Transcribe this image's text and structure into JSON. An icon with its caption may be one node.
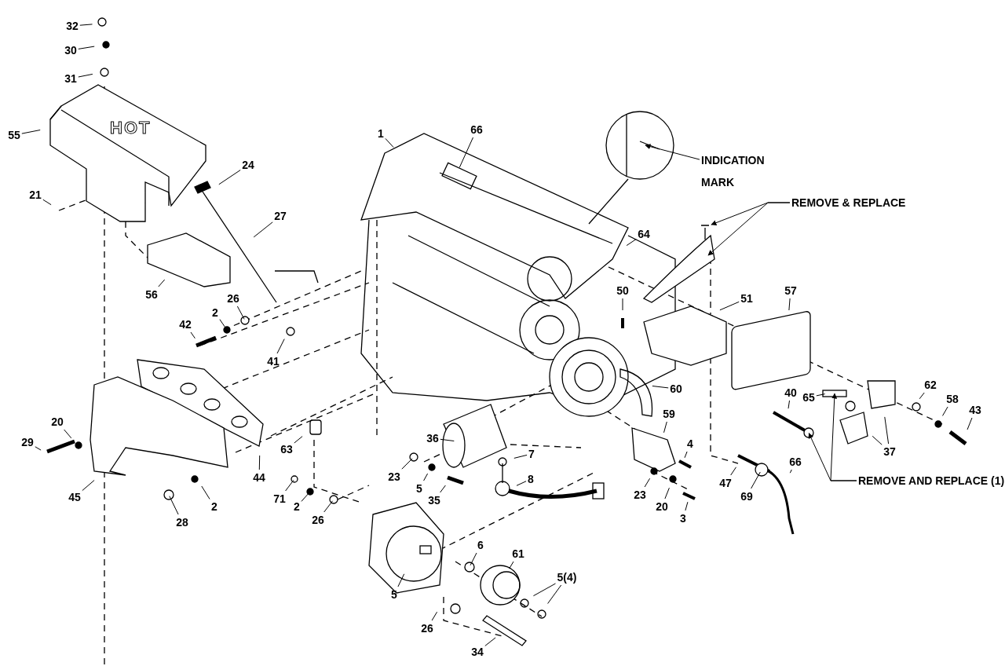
{
  "diagram": {
    "nodes": [
      {
        "text": [
          "32"
        ]
      },
      {
        "text": [
          "30"
        ]
      },
      {
        "text": [
          "31"
        ]
      },
      {
        "text": [
          "55"
        ]
      },
      {
        "text": [
          "21"
        ]
      },
      {
        "text": [
          "24"
        ]
      },
      {
        "text": [
          "27"
        ]
      },
      {
        "text": [
          "56"
        ]
      },
      {
        "text": [
          "26"
        ]
      },
      {
        "text": [
          "2"
        ]
      },
      {
        "text": [
          "42"
        ]
      },
      {
        "text": [
          "41"
        ]
      },
      {
        "text": [
          "29"
        ]
      },
      {
        "text": [
          "20"
        ]
      },
      {
        "text": [
          "45"
        ]
      },
      {
        "text": [
          "28"
        ]
      },
      {
        "text": [
          "2"
        ]
      },
      {
        "text": [
          "44"
        ]
      },
      {
        "text": [
          "63"
        ]
      },
      {
        "text": [
          "71"
        ]
      },
      {
        "text": [
          "2"
        ]
      },
      {
        "text": [
          "26"
        ]
      },
      {
        "text": [
          "1"
        ]
      },
      {
        "text": [
          "66"
        ]
      },
      {
        "text": [
          "64"
        ]
      },
      {
        "text": [
          "50"
        ]
      },
      {
        "text": [
          "51"
        ]
      },
      {
        "text": [
          "57"
        ]
      },
      {
        "text": [
          "60"
        ]
      },
      {
        "text": [
          "59"
        ]
      },
      {
        "text": [
          "4"
        ]
      },
      {
        "text": [
          "36"
        ]
      },
      {
        "text": [
          "7"
        ]
      },
      {
        "text": [
          "8"
        ]
      },
      {
        "text": [
          "23"
        ]
      },
      {
        "text": [
          "5"
        ]
      },
      {
        "text": [
          "35"
        ]
      },
      {
        "text": [
          "23"
        ]
      },
      {
        "text": [
          "20"
        ]
      },
      {
        "text": [
          "3"
        ]
      },
      {
        "text": [
          "5"
        ]
      },
      {
        "text": [
          "6"
        ]
      },
      {
        "text": [
          "61"
        ]
      },
      {
        "text": [
          "5(4)"
        ]
      },
      {
        "text": [
          "26"
        ]
      },
      {
        "text": [
          "34"
        ]
      },
      {
        "text": [
          "40"
        ]
      },
      {
        "text": [
          "65"
        ]
      },
      {
        "text": [
          "62"
        ]
      },
      {
        "text": [
          "58"
        ]
      },
      {
        "text": [
          "43"
        ]
      },
      {
        "text": [
          "37"
        ]
      },
      {
        "text": [
          "47"
        ]
      },
      {
        "text": [
          "69"
        ]
      },
      {
        "text": [
          "66"
        ]
      },
      {
        "text": [
          "INDICATION MARK"
        ]
      },
      {
        "text": [
          "REMOVE & REPLACE"
        ]
      },
      {
        "text": [
          "REMOVE AND REPLACE (1)"
        ]
      },
      {
        "text": [],
        "shape": "circle"
      },
      {
        "text": [],
        "shape": "circle"
      },
      {
        "text": [],
        "shape": "circle"
      },
      {
        "text": [],
        "shape": "circle"
      },
      {
        "text": [],
        "shape": "circle"
      },
      {
        "text": [],
        "shape": "circle"
      },
      {
        "text": [],
        "shape": "circle"
      },
      {
        "text": [],
        "shape": "circle"
      },
      {
        "text": [],
        "shape": "circle"
      },
      {
        "text": [],
        "shape": "circle"
      },
      {
        "text": [],
        "shape": "box"
      }
    ],
    "edges": [
      {
        "from": 0,
        "to": null,
        "arrow": "none"
      },
      {
        "from": 1,
        "to": null,
        "arrow": "none"
      },
      {
        "from": 2,
        "to": null,
        "arrow": "none"
      },
      {
        "from": 3,
        "to": null,
        "arrow": "none"
      },
      {
        "from": 4,
        "to": null,
        "arrow": "none"
      },
      {
        "from": 5,
        "to": null,
        "arrow": "none"
      },
      {
        "from": 6,
        "to": null,
        "arrow": "none"
      },
      {
        "from": 7,
        "to": null,
        "arrow": "none"
      },
      {
        "from": 8,
        "to": 58,
        "arrow": "none"
      },
      {
        "from": 9,
        "to": 59,
        "arrow": "none"
      },
      {
        "from": 10,
        "to": null,
        "arrow": "none"
      },
      {
        "from": 11,
        "to": null,
        "arrow": "none"
      },
      {
        "from": 12,
        "to": null,
        "arrow": "none"
      },
      {
        "from": 13,
        "to": null,
        "arrow": "none"
      },
      {
        "from": 14,
        "to": null,
        "arrow": "none"
      },
      {
        "from": 15,
        "to": 60,
        "arrow": "none"
      },
      {
        "from": 16,
        "to": null,
        "arrow": "none"
      },
      {
        "from": 17,
        "to": null,
        "arrow": "none"
      },
      {
        "from": 18,
        "to": null,
        "arrow": "none"
      },
      {
        "from": 19,
        "to": 61,
        "arrow": "none"
      },
      {
        "from": 20,
        "to": 62,
        "arrow": "none"
      },
      {
        "from": 21,
        "to": 63,
        "arrow": "none"
      },
      {
        "from": 22,
        "to": null,
        "arrow": "none"
      },
      {
        "from": 23,
        "to": null,
        "arrow": "none"
      },
      {
        "from": 24,
        "to": null,
        "arrow": "none"
      },
      {
        "from": 25,
        "to": null,
        "arrow": "none"
      },
      {
        "from": 26,
        "to": null,
        "arrow": "none"
      },
      {
        "from": 27,
        "to": null,
        "arrow": "none"
      },
      {
        "from": 28,
        "to": null,
        "arrow": "none"
      },
      {
        "from": 29,
        "to": null,
        "arrow": "none"
      },
      {
        "from": 30,
        "to": null,
        "arrow": "none"
      },
      {
        "from": 31,
        "to": null,
        "arrow": "none"
      },
      {
        "from": 32,
        "to": null,
        "arrow": "none"
      },
      {
        "from": 33,
        "to": null,
        "arrow": "none"
      },
      {
        "from": 34,
        "to": 64,
        "arrow": "none"
      },
      {
        "from": 35,
        "to": null,
        "arrow": "none"
      },
      {
        "from": 36,
        "to": null,
        "arrow": "none"
      },
      {
        "from": 37,
        "to": null,
        "arrow": "none"
      },
      {
        "from": 38,
        "to": null,
        "arrow": "none"
      },
      {
        "from": 39,
        "to": null,
        "arrow": "none"
      },
      {
        "from": 40,
        "to": null,
        "arrow": "none"
      },
      {
        "from": 41,
        "to": 65,
        "arrow": "none"
      },
      {
        "from": 42,
        "to": null,
        "arrow": "none"
      },
      {
        "from": 43,
        "to": null,
        "arrow": "none"
      },
      {
        "from": 43,
        "to": null,
        "arrow": "none"
      },
      {
        "from": 44,
        "to": null,
        "arrow": "none"
      },
      {
        "from": 45,
        "to": null,
        "arrow": "none"
      },
      {
        "from": 46,
        "to": null,
        "arrow": "none"
      },
      {
        "from": 47,
        "to": null,
        "arrow": "none"
      },
      {
        "from": 48,
        "to": null,
        "arrow": "none"
      },
      {
        "from": 49,
        "to": null,
        "arrow": "none"
      },
      {
        "from": 50,
        "to": null,
        "arrow": "none"
      },
      {
        "from": 51,
        "to": null,
        "arrow": "none"
      },
      {
        "from": 51,
        "to": null,
        "arrow": "none"
      },
      {
        "from": 52,
        "to": null,
        "arrow": "none"
      },
      {
        "from": 53,
        "to": 66,
        "arrow": "none"
      },
      {
        "from": 54,
        "to": null,
        "arrow": "none"
      },
      {
        "from": 55,
        "to": null,
        "arrow": "to"
      },
      {
        "from": 56,
        "to": null,
        "arrow": "to"
      },
      {
        "from": 56,
        "to": null,
        "arrow": "to"
      },
      {
        "from": 57,
        "to": 67,
        "arrow": "to"
      },
      {
        "from": 57,
        "to": 68,
        "arrow": "to"
      }
    ],
    "labels": [
      "HOT"
    ]
  }
}
